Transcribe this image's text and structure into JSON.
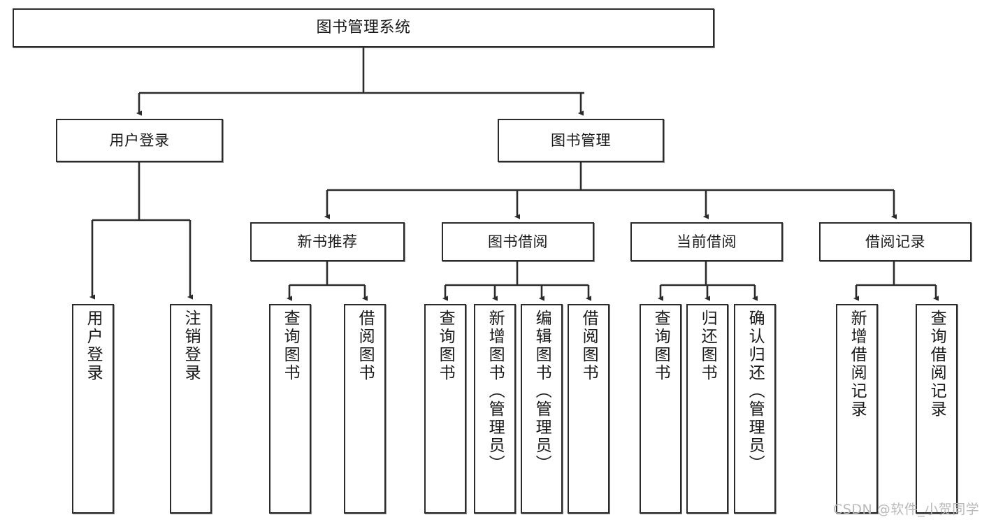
{
  "diagram": {
    "title": "图书管理系统",
    "type": "hierarchy-tree",
    "line_color": "#2b2b2b",
    "box_fill": "#ffffff",
    "text_color": "#1a1a1a"
  },
  "root": {
    "label": "图书管理系统"
  },
  "level2": [
    {
      "label": "用户登录"
    },
    {
      "label": "图书管理"
    }
  ],
  "level3": [
    {
      "label": "新书推荐"
    },
    {
      "label": "图书借阅"
    },
    {
      "label": "当前借阅"
    },
    {
      "label": "借阅记录"
    }
  ],
  "leaves": {
    "user_login": [
      {
        "label": "用户登录"
      },
      {
        "label": "注销登录"
      }
    ],
    "new_book": [
      {
        "label": "查询图书"
      },
      {
        "label": "借阅图书"
      }
    ],
    "book_borrow": [
      {
        "label": "查询图书"
      },
      {
        "label": "新增图书（管理员）"
      },
      {
        "label": "编辑图书（管理员）"
      },
      {
        "label": "借阅图书"
      }
    ],
    "current_borrow": [
      {
        "label": "查询图书"
      },
      {
        "label": "归还图书"
      },
      {
        "label": "确认归还（管理员）"
      }
    ],
    "borrow_record": [
      {
        "label": "新增借阅记录"
      },
      {
        "label": "查询借阅记录"
      }
    ]
  },
  "watermark": {
    "text": "CSDN @软件_小贺同学"
  }
}
